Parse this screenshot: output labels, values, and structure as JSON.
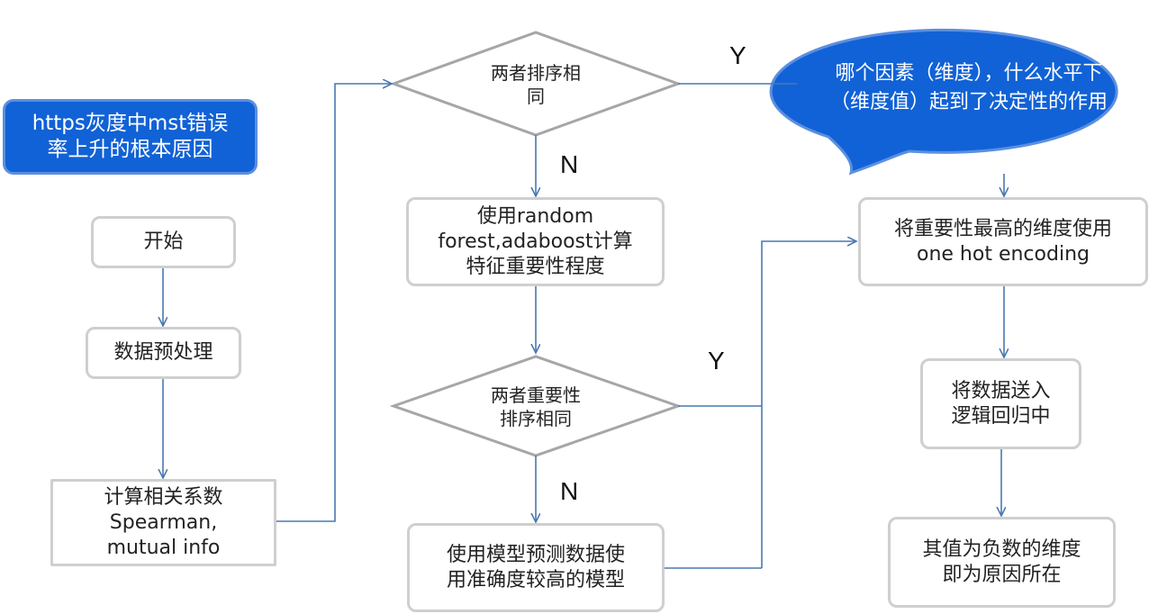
{
  "title_box": {
    "line1": "https灰度中mst错误",
    "line2": "率上升的根本原因"
  },
  "left_column": {
    "start": "开始",
    "preprocess": "数据预处理",
    "correlation": {
      "line1": "计算相关系数",
      "line2": "Spearman,",
      "line3": "mutual info"
    }
  },
  "middle_column": {
    "decision1": {
      "line1": "两者排序相",
      "line2": "同"
    },
    "rf_box": {
      "line1": "使用random",
      "line2": "forest,adaboost计算",
      "line3": "特征重要性程度"
    },
    "decision2": {
      "line1": "两者重要性",
      "line2": "排序相同"
    },
    "model_box": {
      "line1": "使用模型预测数据使",
      "line2": "用准确度较高的模型"
    }
  },
  "right_column": {
    "bubble": {
      "line1": "哪个因素（维度），什么水平下",
      "line2": "（维度值）起到了决定性的作用"
    },
    "onehot": {
      "line1": "将重要性最高的维度使用",
      "line2": "one hot encoding"
    },
    "logistic": {
      "line1": "将数据送入",
      "line2": "逻辑回归中"
    },
    "negative": {
      "line1": "其值为负数的维度",
      "line2": "即为原因所在"
    }
  },
  "labels": {
    "y1": "Y",
    "n1": "N",
    "y2": "Y",
    "n2": "N"
  },
  "colors": {
    "arrow": "#4a78b0",
    "bubble_fill": "#1162d6",
    "box_border": "#cfcfcf",
    "decision_border": "#a6a6a6"
  }
}
